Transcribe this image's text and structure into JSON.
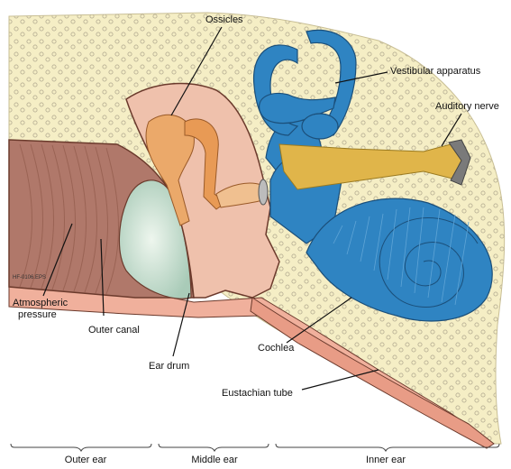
{
  "labels": {
    "ossicles": "Ossicles",
    "vestibular": "Vestibular apparatus",
    "auditory_nerve": "Auditory nerve",
    "atmospheric_1": "Atmospheric",
    "atmospheric_2": "pressure",
    "outer_canal": "Outer canal",
    "ear_drum": "Ear drum",
    "cochlea": "Cochlea",
    "eustachian": "Eustachian tube",
    "file_code": "HF-0106.EPS"
  },
  "regions": {
    "outer": "Outer ear",
    "middle": "Middle ear",
    "inner": "Inner ear"
  },
  "colors": {
    "bone_fill": "#f5eec5",
    "bone_dots": "#b9b195",
    "canal": "#b0786a",
    "canal_stripes": "#9a6354",
    "skin": "#f0b09c",
    "middle_ear": "#efc1ac",
    "eardrum": "#cfe3d3",
    "ossicle": "#eba96a",
    "inner_ear": "#2f84c2",
    "nerve": "#e0b54a",
    "outline": "#6b3a2c"
  }
}
